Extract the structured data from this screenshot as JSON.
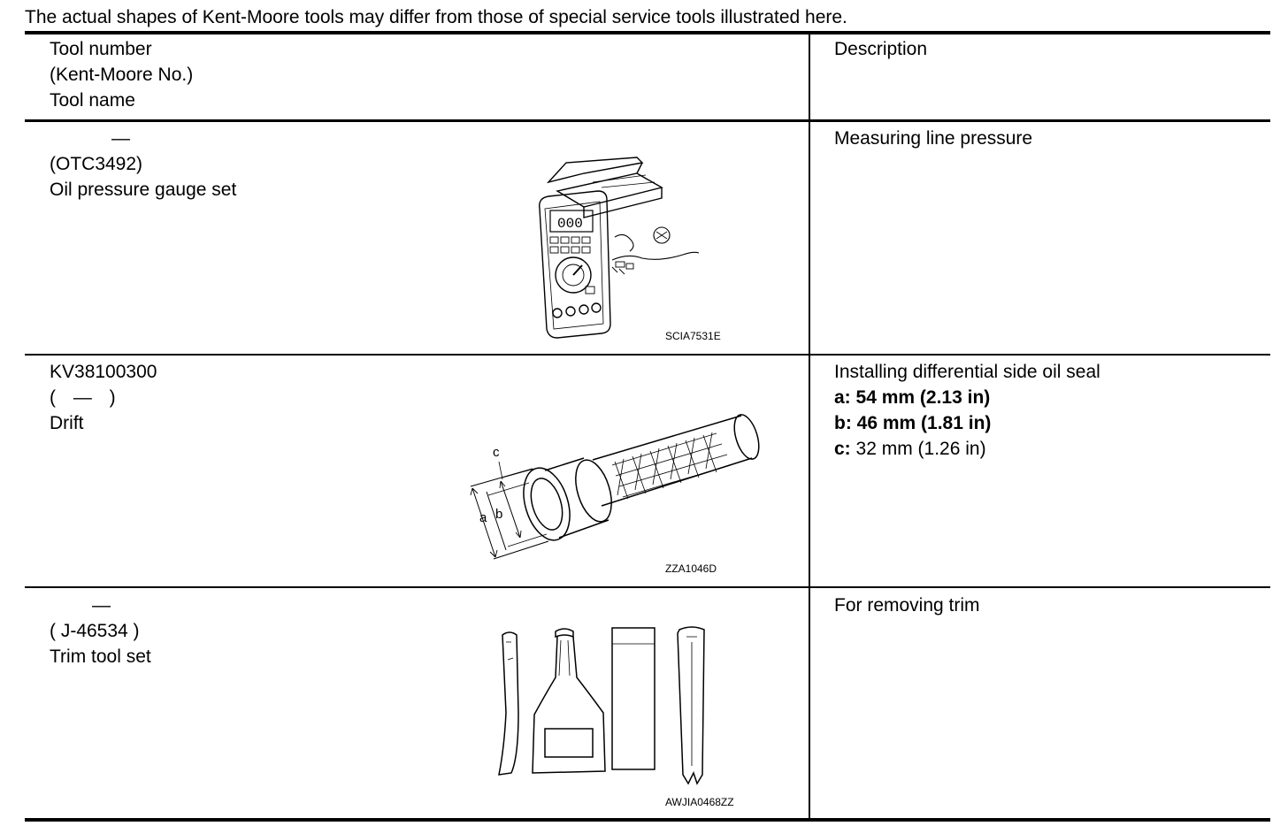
{
  "note": "The actual shapes of Kent-Moore tools may differ from those of special service tools illustrated here.",
  "header": {
    "tool_number": "Tool number",
    "kent_moore": "(Kent-Moore No.)",
    "tool_name": "Tool name",
    "description": "Description"
  },
  "rows": [
    {
      "tool_number": "—",
      "kent_moore": "(OTC3492)",
      "tool_name": "Oil pressure gauge set",
      "figure_code": "SCIA7531E",
      "description": "Measuring line pressure"
    },
    {
      "tool_number": "KV38100300",
      "kent_moore": "( — )",
      "tool_name": "Drift",
      "figure_code": "ZZA1046D",
      "figure_labels": {
        "a": "a",
        "b": "b",
        "c": "c"
      },
      "description": "Installing differential side oil seal",
      "dims": [
        {
          "key": "a:",
          "value": "54 mm (2.13 in)",
          "bold": true
        },
        {
          "key": "b:",
          "value": "46 mm (1.81 in)",
          "bold": true
        },
        {
          "key": "c:",
          "value": "32 mm (1.26 in)",
          "bold": false
        }
      ]
    },
    {
      "tool_number": "—",
      "kent_moore": "( J-46534 )",
      "tool_name": "Trim tool set",
      "figure_code": "AWJIA0468ZZ",
      "description": "For removing trim"
    }
  ]
}
